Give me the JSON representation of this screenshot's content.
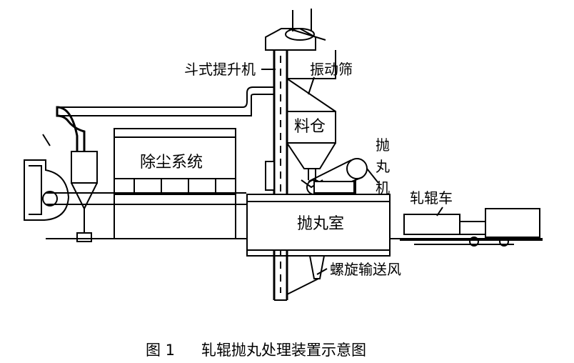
{
  "labels": {
    "bucket_elevator": "斗式提升机",
    "vibrating_screen": "振动筛",
    "hopper": "料仓",
    "dust_removal": "除尘系统",
    "shot_blaster_1": "抛",
    "shot_blaster_2": "丸",
    "shot_blaster_3": "机",
    "blast_chamber": "抛丸室",
    "roll_car": "轧辊车",
    "screw_conveyor": "螺旋输送风"
  },
  "caption": {
    "figure_number": "图 1",
    "title": "轧辊抛丸处理装置示意图"
  },
  "colors": {
    "ink": "#000000",
    "background": "#ffffff"
  }
}
